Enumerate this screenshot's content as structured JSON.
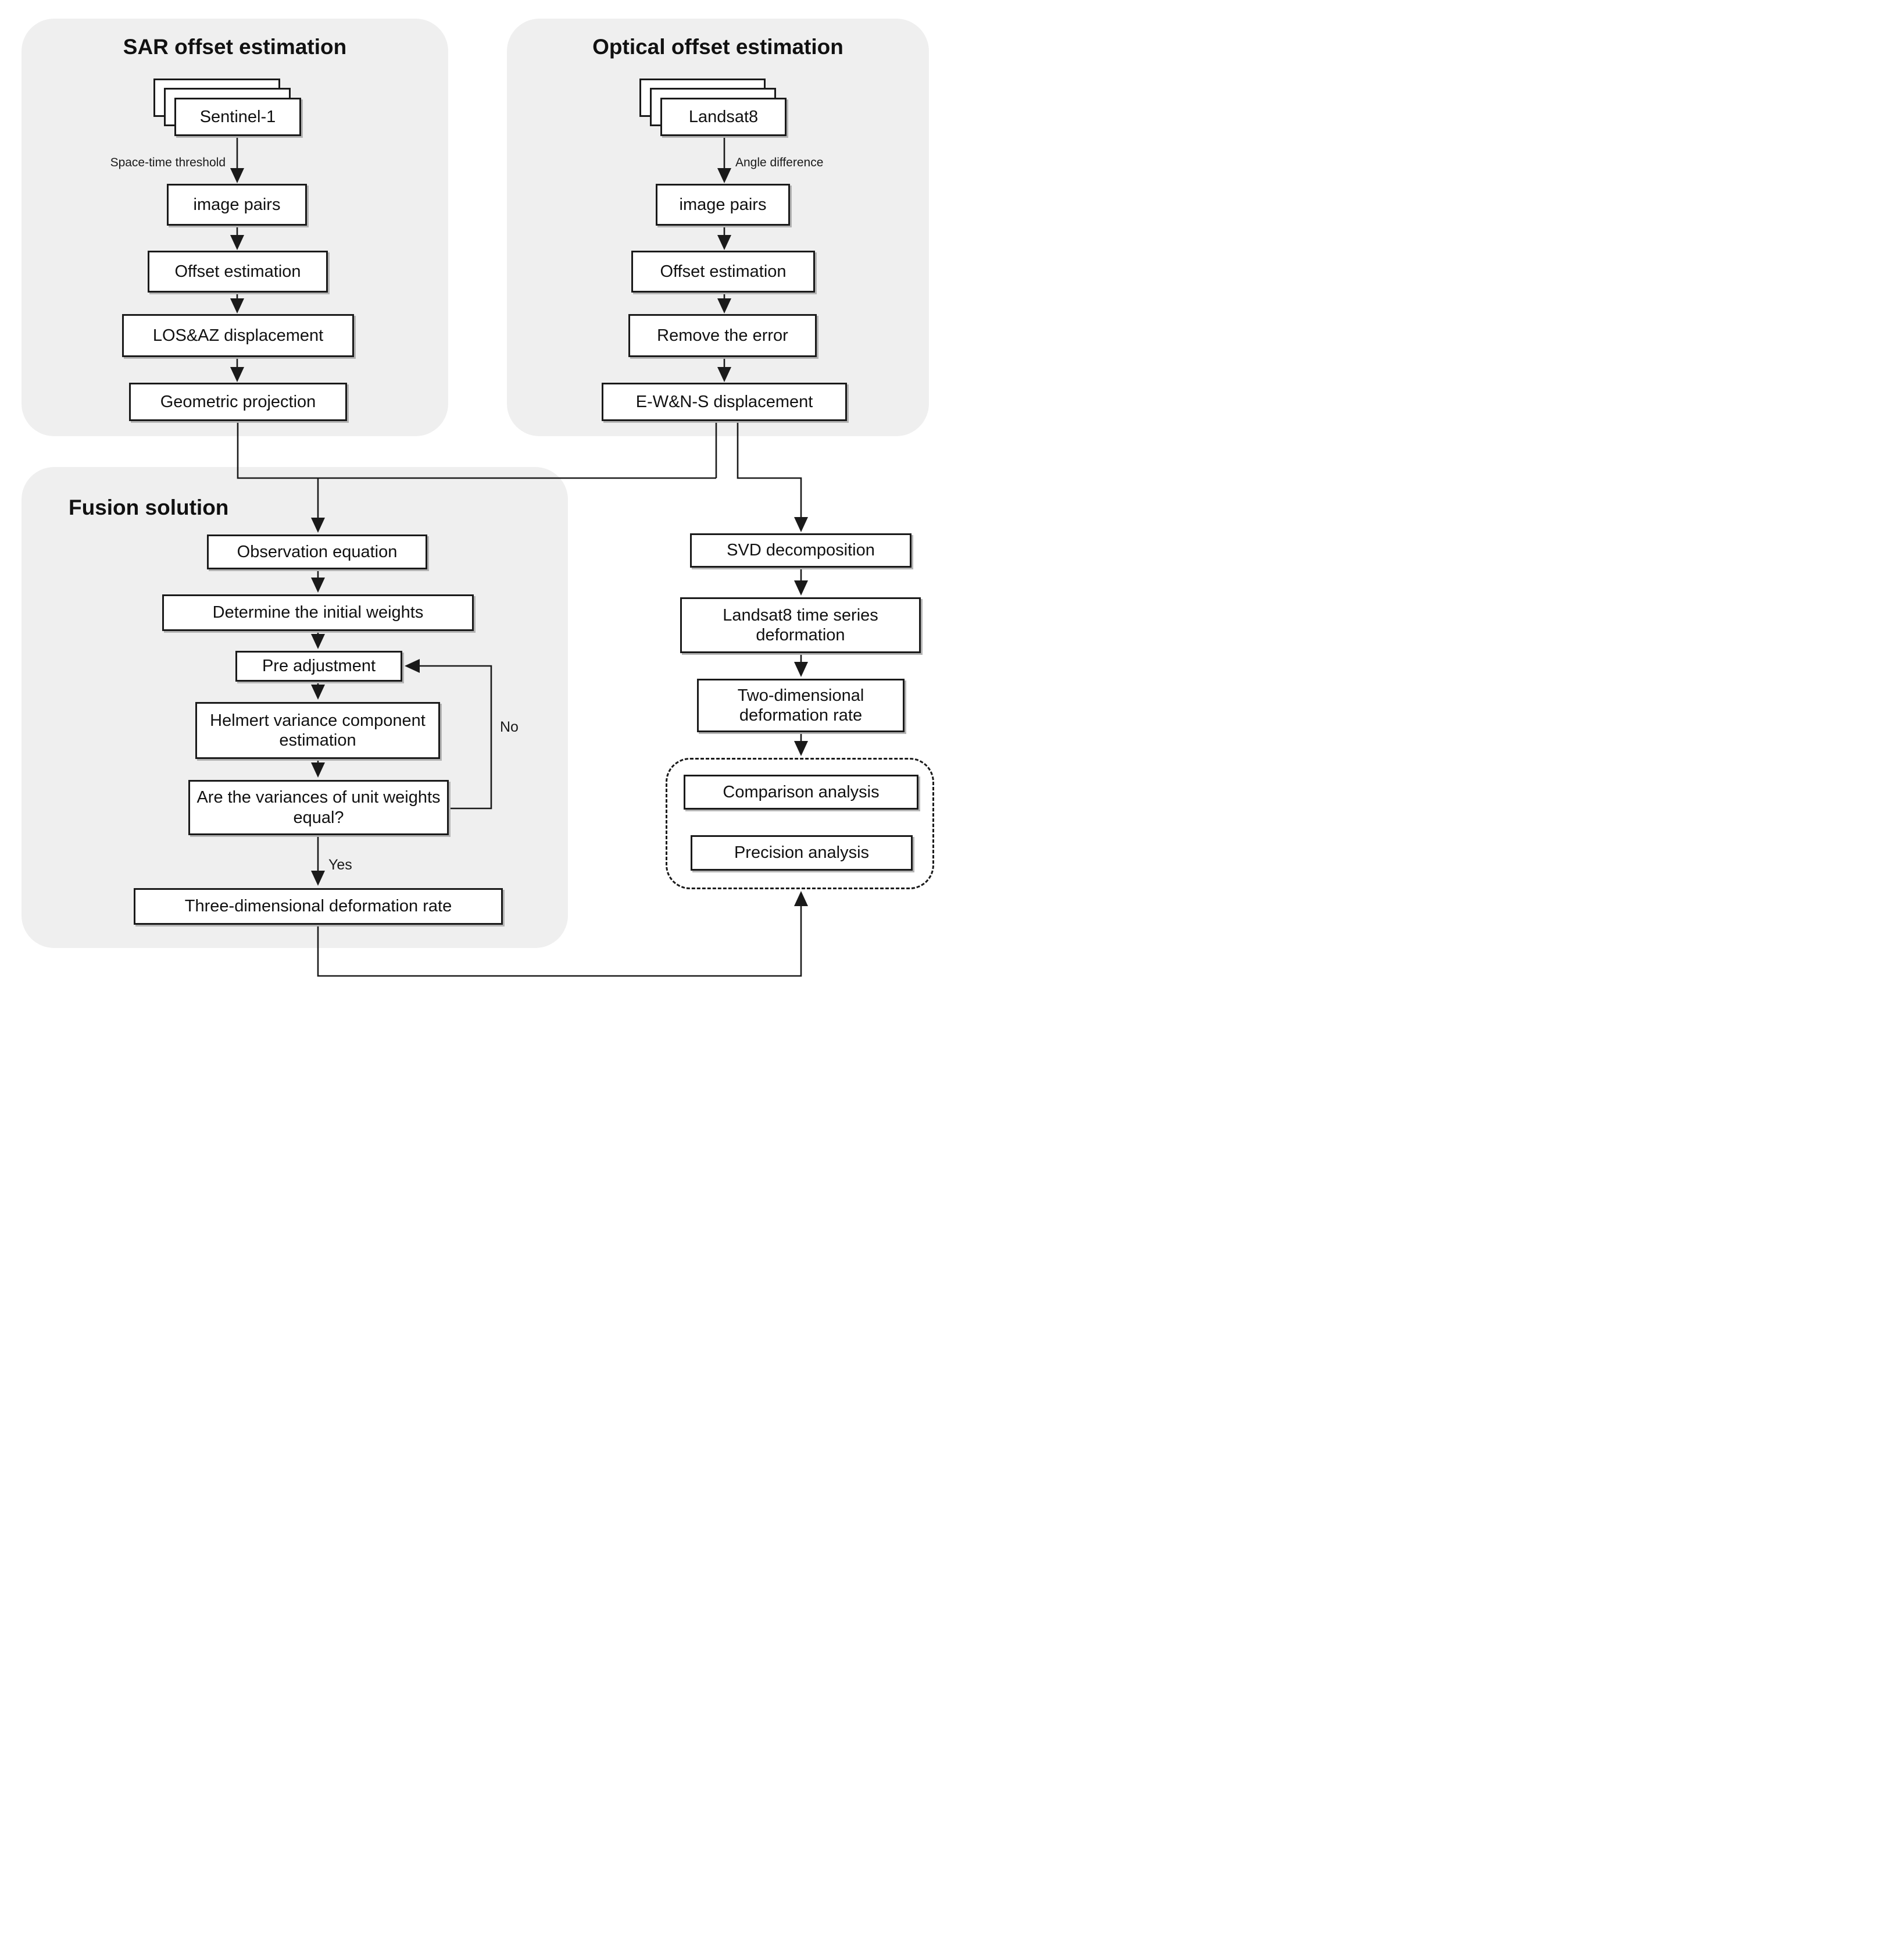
{
  "panels": {
    "sar": {
      "title": "SAR offset estimation"
    },
    "optical": {
      "title": "Optical offset estimation"
    },
    "fusion": {
      "title": "Fusion solution"
    }
  },
  "sar": {
    "source": "Sentinel-1",
    "edge_label": "Space-time threshold",
    "steps": [
      "image pairs",
      "Offset estimation",
      "LOS&AZ displacement",
      "Geometric projection"
    ]
  },
  "optical": {
    "source": "Landsat8",
    "edge_label": "Angle difference",
    "steps": [
      "image pairs",
      "Offset estimation",
      "Remove the error",
      "E-W&N-S displacement"
    ]
  },
  "fusion": {
    "steps": [
      "Observation equation",
      "Determine the initial weights",
      "Pre adjustment",
      "Helmert variance component estimation",
      "Are the variances of unit weights equal?"
    ],
    "decision_no": "No",
    "decision_yes": "Yes",
    "result": "Three-dimensional deformation rate"
  },
  "optical_series": {
    "steps": [
      "SVD decomposition",
      "Landsat8 time series deformation",
      "Two-dimensional deformation rate"
    ]
  },
  "analysis_box": {
    "items": [
      "Comparison analysis",
      "Precision analysis"
    ]
  },
  "colors": {
    "panel_background": "#efefef",
    "box_border": "#1a1a1a",
    "box_fill": "#ffffff",
    "line": "#1a1a1a",
    "text": "#111111"
  }
}
